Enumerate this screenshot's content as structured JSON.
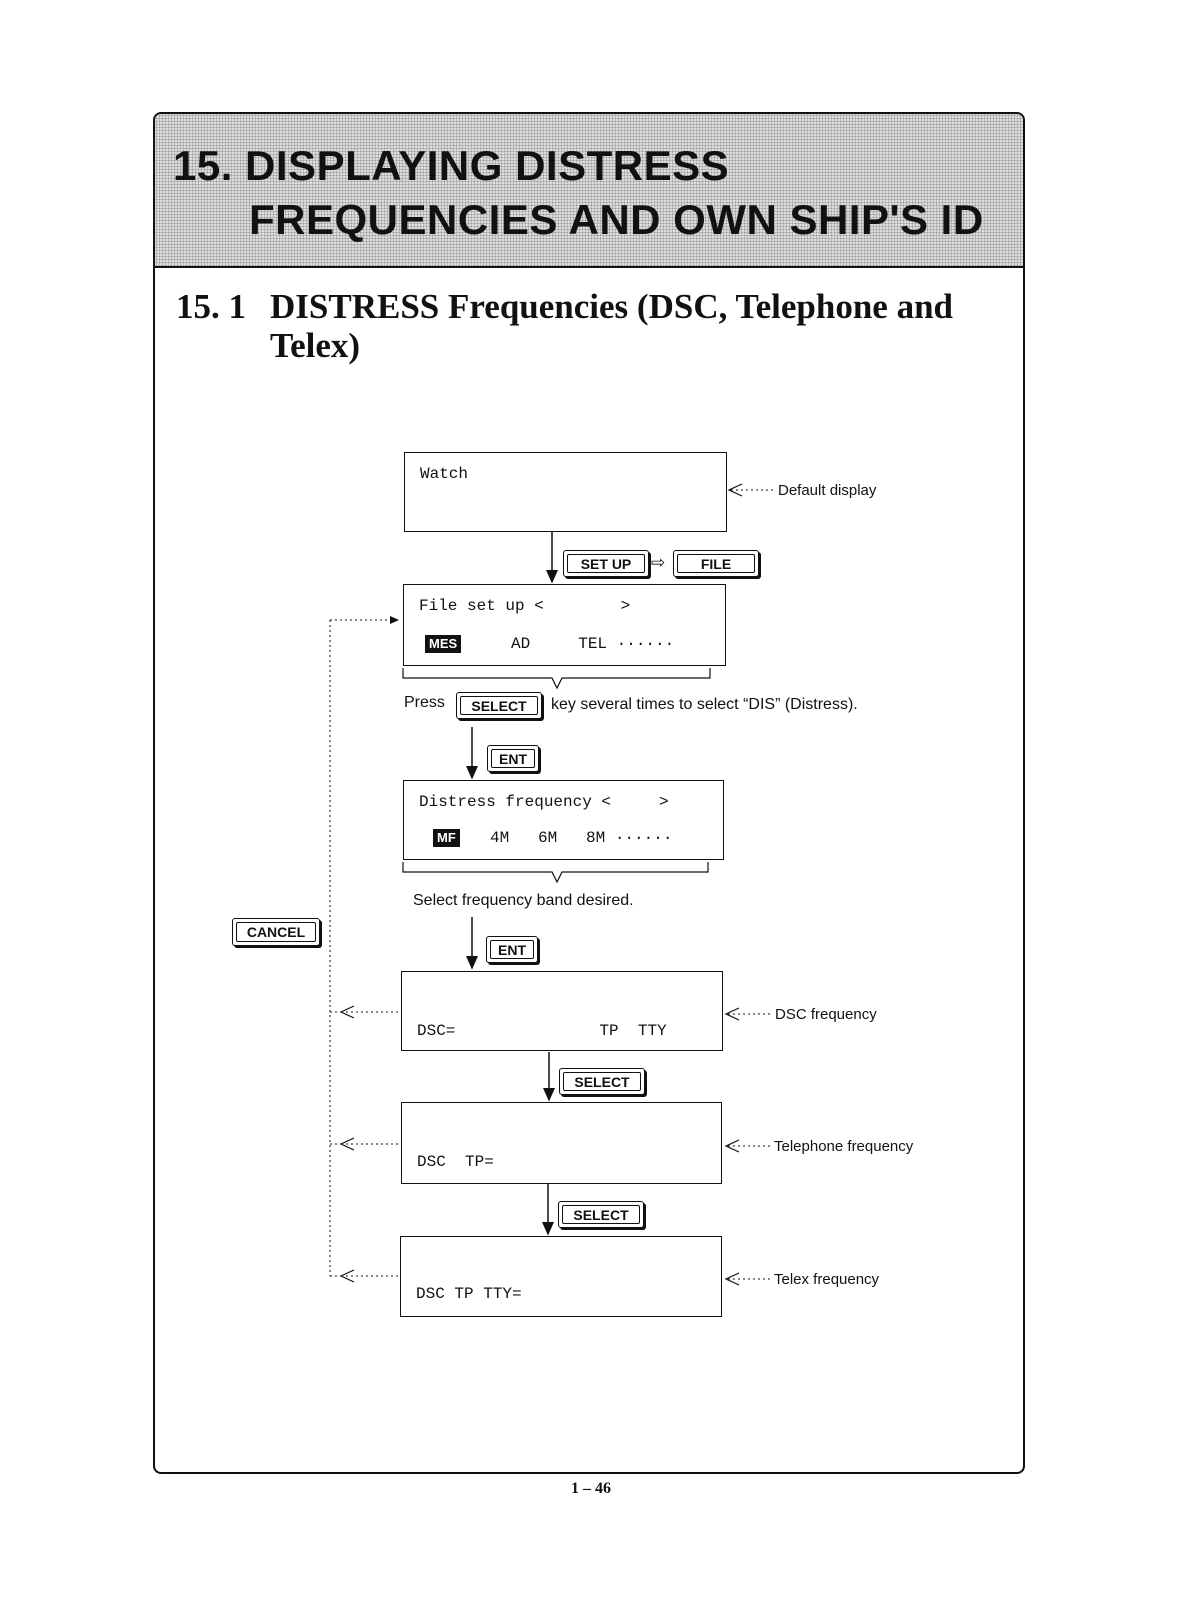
{
  "banner": {
    "line1": "15. DISPLAYING DISTRESS",
    "line2": "FREQUENCIES AND OWN SHIP'S ID"
  },
  "section": {
    "number": "15. 1",
    "title_line1": "DISTRESS Frequencies (DSC, Telephone and",
    "title_line2": "Telex)"
  },
  "screens": {
    "watch": {
      "text": "Watch",
      "annotation": "Default display"
    },
    "file_setup": {
      "line1": "File set up <        >",
      "selected": "MES",
      "items": "AD     TEL ······"
    },
    "distress": {
      "line1": "Distress frequency <     >",
      "selected": "MF",
      "items": "4M   6M   8M ······"
    },
    "dsc": {
      "text": "DSC=               TP  TTY",
      "annotation": "DSC frequency"
    },
    "telephone": {
      "text": "DSC  TP=",
      "annotation": "Telephone frequency"
    },
    "telex": {
      "text": "DSC TP TTY=",
      "annotation": "Telex frequency"
    }
  },
  "keys": {
    "setup": "SET UP",
    "file": "FILE",
    "select": "SELECT",
    "ent": "ENT",
    "cancel": "CANCEL"
  },
  "arrow_symbol": "⇨",
  "notes": {
    "press": "Press",
    "press_tail": "key several times to select “DIS” (Distress).",
    "band": "Select frequency band desired."
  },
  "page_number": "1 – 46"
}
